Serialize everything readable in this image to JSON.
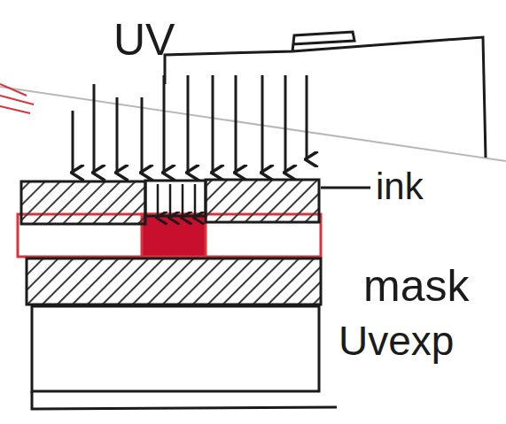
{
  "diagram": {
    "labels": [
      "UV",
      "ink",
      "mask",
      "Uvexp"
    ]
  }
}
